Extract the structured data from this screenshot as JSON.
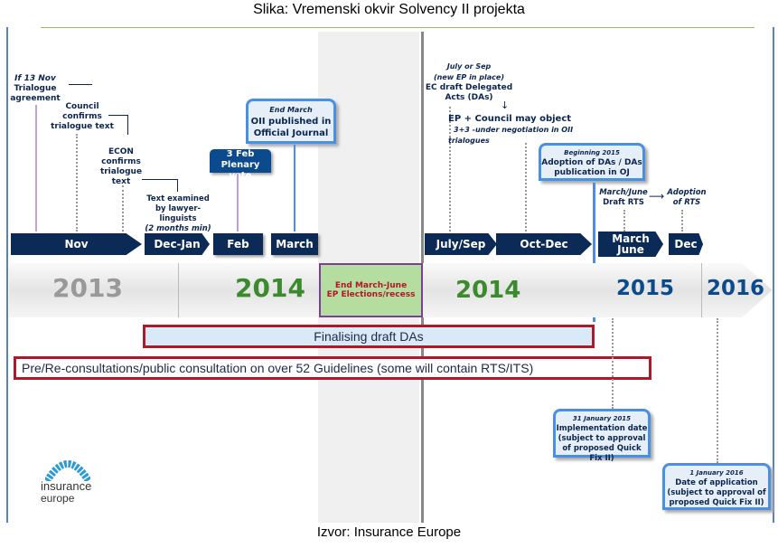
{
  "title": "Slika: Vremenski okvir Solvency II projekta",
  "source": "Izvor: Insurance Europe",
  "months": [
    "Nov",
    "Dec-Jan",
    "Feb",
    "March",
    "July/Sep",
    "Oct-Dec",
    "March June",
    "Dec"
  ],
  "years": [
    "2013",
    "2014",
    "2014",
    "2015",
    "2016"
  ],
  "recess": {
    "line1": "End March-June",
    "line2": "EP Elections/recess"
  },
  "notes": {
    "n1a": "If 13 Nov",
    "n1b": "Trialogue agreement",
    "n2": "Council confirms trialogue text",
    "n3": "ECON confirms trialogue text",
    "n4": "Text examined by lawyer-linguists",
    "n4b": "(2 months min)",
    "feb_a": "3 Feb",
    "feb_b": "Plenary vote",
    "mar_a": "End March",
    "mar_b": "OII published in Official Journal",
    "js_a": "July or Sep",
    "js_b": "(new EP in place)",
    "js_c": "EC draft Delegated Acts (DAs)",
    "ep_a": "EP + Council may object",
    "ep_b": "3+3  -under negotiation in OII trialogues",
    "b15_a": "Beginning 2015",
    "b15_b": "Adoption of DAs / DAs publication in OJ",
    "rts_a": "March/June",
    "rts_b": "Draft RTS",
    "rts_c": "Adoption of RTS",
    "impl_a": "31 January 2015",
    "impl_b": "Implementation date (subject to approval of proposed Quick Fix II)",
    "app_a": "1 January 2016",
    "app_b": "Date of application (subject to approval of proposed Quick Fix II)"
  },
  "bars": {
    "das": "Finalising draft DAs",
    "guidelines": "Pre/Re-consultations/public consultation on over 52 Guidelines (some will contain RTS/ITS)"
  },
  "logo": {
    "line1": "insurance",
    "line2": "europe"
  }
}
